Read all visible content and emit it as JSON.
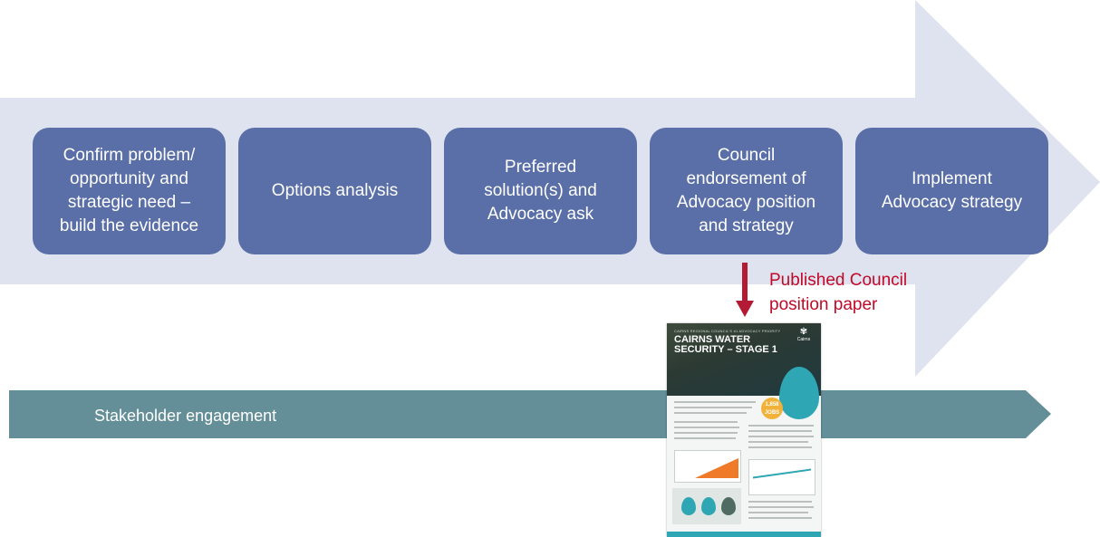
{
  "steps": [
    {
      "lines": [
        "Confirm problem/",
        "opportunity and",
        "strategic need –",
        "build the evidence"
      ]
    },
    {
      "lines": [
        "Options analysis"
      ]
    },
    {
      "lines": [
        "Preferred",
        "solution(s) and",
        "Advocacy ask"
      ]
    },
    {
      "lines": [
        "Council",
        "endorsement of",
        "Advocacy position",
        "and strategy"
      ]
    },
    {
      "lines": [
        "Implement",
        "Advocacy strategy"
      ]
    }
  ],
  "output": {
    "lines": [
      "Published Council",
      "position paper"
    ]
  },
  "stakeholder": {
    "label": "Stakeholder engagement"
  },
  "paper": {
    "kicker": "CAIRNS REGIONAL COUNCIL'S #1 ADVOCACY PRIORITY",
    "title_lines": [
      "CAIRNS WATER",
      "SECURITY – STAGE 1"
    ],
    "logo_text": "Cairns",
    "jobs_number": "1,858",
    "jobs_word": "JOBS"
  },
  "colors": {
    "big_arrow": "#dfe3ef",
    "step_box": "#5a6ea8",
    "stakeholder_arrow": "#658f98",
    "down_arrow": "#b51a34",
    "output_text": "#c00a28"
  }
}
